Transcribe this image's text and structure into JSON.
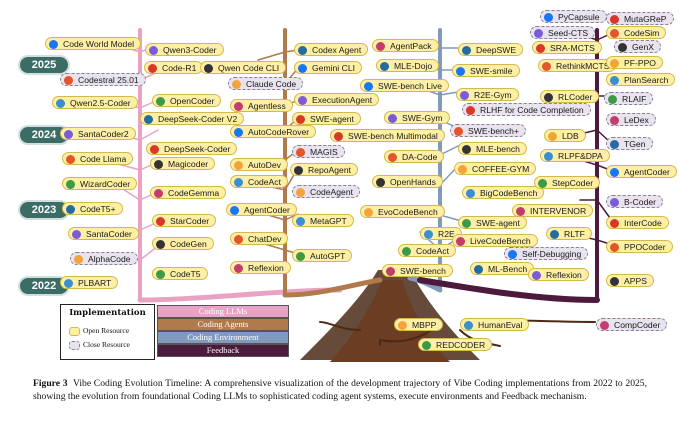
{
  "colors": {
    "coding_llms": "#e9a2c4",
    "coding_agents": "#b07a4b",
    "coding_environment": "#8099bd",
    "feedback": "#4b1a3c",
    "year_badge": "#3b6d66",
    "open_resource": "#fdf0a6",
    "close_resource": "#e9e2ef"
  },
  "years": [
    "2025",
    "2024",
    "2023",
    "2022"
  ],
  "legend": {
    "title": "Implementation",
    "open": "Open Resource",
    "closed": "Close Resource",
    "bands": [
      "Coding LLMs",
      "Coding Agents",
      "Coding Environment",
      "Feedback"
    ]
  },
  "nodes": [
    {
      "label": "Code World Model",
      "type": "open",
      "icon": "meta-logo-icon"
    },
    {
      "label": "Qwen3-Coder",
      "type": "open",
      "icon": "qwen-logo-icon"
    },
    {
      "label": "Code-R1",
      "type": "open",
      "icon": "red-logo-icon"
    },
    {
      "label": "Codestral 25.01",
      "type": "closed",
      "icon": "mistral-logo-icon"
    },
    {
      "label": "Qwen Code CLI",
      "type": "open",
      "icon": "qwen-logo-icon"
    },
    {
      "label": "Claude Code",
      "type": "closed",
      "icon": "claude-logo-icon"
    },
    {
      "label": "Qwen2.5-Coder",
      "type": "open",
      "icon": "qwen-logo-icon"
    },
    {
      "label": "OpenCoder",
      "type": "open",
      "icon": "opencoder-logo-icon"
    },
    {
      "label": "Agentless",
      "type": "open",
      "icon": "agentless-logo-icon"
    },
    {
      "label": "DeepSeek-Coder V2",
      "type": "open",
      "icon": "deepseek-logo-icon"
    },
    {
      "label": "AutoCodeRover",
      "type": "open",
      "icon": "rover-logo-icon"
    },
    {
      "label": "SantaCoder2",
      "type": "open",
      "icon": "santacoder-logo-icon"
    },
    {
      "label": "DeepSeek-Coder",
      "type": "open",
      "icon": "deepseek-logo-icon"
    },
    {
      "label": "Code Llama",
      "type": "open",
      "icon": "meta-logo-icon"
    },
    {
      "label": "Magicoder",
      "type": "open",
      "icon": "magicoder-logo-icon"
    },
    {
      "label": "AutoDev",
      "type": "open",
      "icon": "microsoft-logo-icon"
    },
    {
      "label": "CodeAct",
      "type": "open",
      "icon": "codeact-logo-icon"
    },
    {
      "label": "WizardCoder",
      "type": "open",
      "icon": "wizard-logo-icon"
    },
    {
      "label": "CodeGemma",
      "type": "open",
      "icon": "google-logo-icon"
    },
    {
      "label": "CodeT5+",
      "type": "open",
      "icon": "salesforce-logo-icon"
    },
    {
      "label": "AgentCoder",
      "type": "open",
      "icon": "agentcoder-logo-icon"
    },
    {
      "label": "SantaCoder",
      "type": "open",
      "icon": "santacoder-logo-icon"
    },
    {
      "label": "StarCoder",
      "type": "open",
      "icon": "starcoder-logo-icon"
    },
    {
      "label": "ChatDev",
      "type": "open",
      "icon": "chatdev-logo-icon"
    },
    {
      "label": "CodeGen",
      "type": "open",
      "icon": "salesforce-logo-icon"
    },
    {
      "label": "AlphaCode",
      "type": "closed",
      "icon": "google-logo-icon"
    },
    {
      "label": "PLBART",
      "type": "open",
      "icon": "plbart-logo-icon"
    },
    {
      "label": "CodeT5",
      "type": "open",
      "icon": "salesforce-logo-icon"
    },
    {
      "label": "Reflexion",
      "type": "open",
      "icon": "reflexion-logo-icon"
    },
    {
      "label": "Codex Agent",
      "type": "open",
      "icon": "openai-logo-icon"
    },
    {
      "label": "Gemini CLI",
      "type": "open",
      "icon": "google-logo-icon"
    },
    {
      "label": "ExecutionAgent",
      "type": "open",
      "icon": "execagent-logo-icon"
    },
    {
      "label": "SWE-agent",
      "type": "open",
      "icon": "sweagent-logo-icon"
    },
    {
      "label": "MAGIS",
      "type": "closed",
      "icon": "magis-logo-icon"
    },
    {
      "label": "RepoAgent",
      "type": "open",
      "icon": "repoagent-logo-icon"
    },
    {
      "label": "CodeAgent",
      "type": "closed",
      "icon": "codeagent-logo-icon"
    },
    {
      "label": "MetaGPT",
      "type": "open",
      "icon": "metagpt-logo-icon"
    },
    {
      "label": "AutoGPT",
      "type": "open",
      "icon": "autogpt-logo-icon"
    },
    {
      "label": "AgentPack",
      "type": "open",
      "icon": "agentpack-logo-icon"
    },
    {
      "label": "MLE-Dojo",
      "type": "open",
      "icon": "mledojo-logo-icon"
    },
    {
      "label": "SWE-bench Live",
      "type": "open",
      "icon": "swebench-logo-icon"
    },
    {
      "label": "SWE-Gym",
      "type": "open",
      "icon": "swegym-logo-icon"
    },
    {
      "label": "SWE-bench Multimodal",
      "type": "open",
      "icon": "swebench-logo-icon"
    },
    {
      "label": "DA-Code",
      "type": "open",
      "icon": "dacode-logo-icon"
    },
    {
      "label": "OpenHands",
      "type": "open",
      "icon": "openhands-logo-icon"
    },
    {
      "label": "EvoCodeBench",
      "type": "open",
      "icon": "evocode-logo-icon"
    },
    {
      "label": "R2E",
      "type": "open",
      "icon": "r2e-logo-icon"
    },
    {
      "label": "CodeAct",
      "type": "open",
      "icon": "codeact-logo-icon"
    },
    {
      "label": "SWE-bench",
      "type": "open",
      "icon": "swebench-logo-icon"
    },
    {
      "label": "DeepSWE",
      "type": "open",
      "icon": "deepswe-logo-icon"
    },
    {
      "label": "SWE-smile",
      "type": "open",
      "icon": "swesmile-logo-icon"
    },
    {
      "label": "R2E-Gym",
      "type": "open",
      "icon": "r2egym-logo-icon"
    },
    {
      "label": "RLHF for Code Completion",
      "type": "closed",
      "icon": "rlhf-logo-icon"
    },
    {
      "label": "SWE-bench+",
      "type": "closed",
      "icon": "swebench-logo-icon"
    },
    {
      "label": "MLE-bench",
      "type": "open",
      "icon": "openai-logo-icon"
    },
    {
      "label": "COFFEE-GYM",
      "type": "open",
      "icon": "coffeegym-logo-icon"
    },
    {
      "label": "BigCodeBench",
      "type": "open",
      "icon": "bigcode-logo-icon"
    },
    {
      "label": "SWE-agent",
      "type": "open",
      "icon": "sweagent-logo-icon"
    },
    {
      "label": "LiveCodeBench",
      "type": "open",
      "icon": "livecode-logo-icon"
    },
    {
      "label": "ML-Bench",
      "type": "open",
      "icon": "mlbench-logo-icon"
    },
    {
      "label": "PyCapsule",
      "type": "closed",
      "icon": "pycapsule-logo-icon"
    },
    {
      "label": "Seed-CTS",
      "type": "closed",
      "icon": "seed-logo-icon"
    },
    {
      "label": "SRA-MCTS",
      "type": "open",
      "icon": "sramcts-logo-icon"
    },
    {
      "label": "RethinkMCTS",
      "type": "open",
      "icon": "rethink-logo-icon"
    },
    {
      "label": "RLCoder",
      "type": "open",
      "icon": "rlcoder-logo-icon"
    },
    {
      "label": "LDB",
      "type": "open",
      "icon": "ldb-logo-icon"
    },
    {
      "label": "RLPF&DPA",
      "type": "open",
      "icon": "rlpf-logo-icon"
    },
    {
      "label": "StepCoder",
      "type": "open",
      "icon": "stepcoder-logo-icon"
    },
    {
      "label": "INTERVENOR",
      "type": "open",
      "icon": "intervenor-logo-icon"
    },
    {
      "label": "RLTF",
      "type": "open",
      "icon": "rltf-logo-icon"
    },
    {
      "label": "Self-Debugging",
      "type": "closed",
      "icon": "selfdebug-logo-icon"
    },
    {
      "label": "Reflexion",
      "type": "open",
      "icon": "reflexion-logo-icon"
    },
    {
      "label": "MutaGReP",
      "type": "closed",
      "icon": "mutagrep-logo-icon"
    },
    {
      "label": "CodeSim",
      "type": "open",
      "icon": "codesim-logo-icon"
    },
    {
      "label": "GenX",
      "type": "closed",
      "icon": "genx-logo-icon"
    },
    {
      "label": "PF-PPO",
      "type": "open",
      "icon": "pfppo-logo-icon"
    },
    {
      "label": "PlanSearch",
      "type": "open",
      "icon": "plansearch-logo-icon"
    },
    {
      "label": "RLAIF",
      "type": "closed",
      "icon": "rlaif-logo-icon"
    },
    {
      "label": "LeDex",
      "type": "closed",
      "icon": "ledex-logo-icon"
    },
    {
      "label": "TGen",
      "type": "closed",
      "icon": "tgen-logo-icon"
    },
    {
      "label": "AgentCoder",
      "type": "open",
      "icon": "agentcoder-logo-icon"
    },
    {
      "label": "B-Coder",
      "type": "closed",
      "icon": "bcoder-logo-icon"
    },
    {
      "label": "InterCode",
      "type": "open",
      "icon": "intercode-logo-icon"
    },
    {
      "label": "PPOCoder",
      "type": "open",
      "icon": "ppocoder-logo-icon"
    },
    {
      "label": "APPS",
      "type": "open",
      "icon": "apps-logo-icon"
    },
    {
      "label": "MBPP",
      "type": "open",
      "icon": "google-logo-icon"
    },
    {
      "label": "HumanEval",
      "type": "open",
      "icon": "openai-logo-icon"
    },
    {
      "label": "REDCODER",
      "type": "open",
      "icon": "redcoder-logo-icon"
    },
    {
      "label": "CompCoder",
      "type": "closed",
      "icon": "compcoder-logo-icon"
    }
  ],
  "caption": {
    "label": "Figure 3",
    "text": "Vibe Coding Evolution Timeline: A comprehensive visualization of the development trajectory of Vibe Coding implementations from 2022 to 2025, showing the evolution from foundational Coding LLMs to sophisticated coding agent systems, execute environments and Feedback mechanism."
  }
}
